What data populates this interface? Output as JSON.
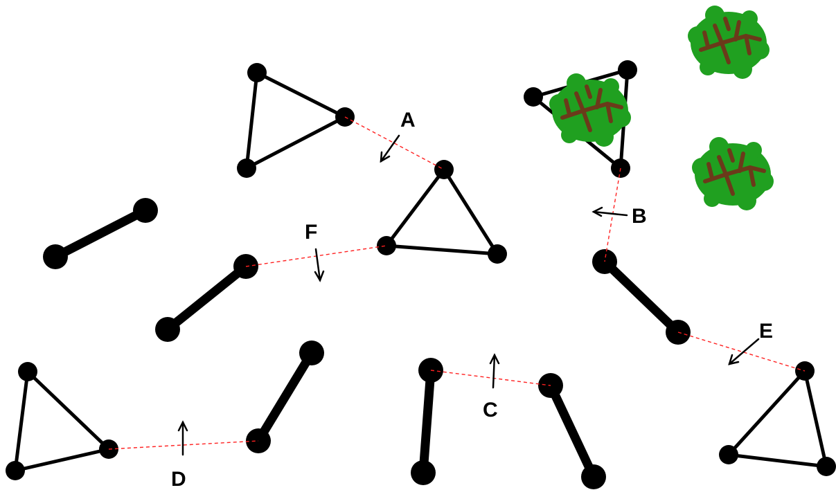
{
  "labels": {
    "a": "A",
    "b": "B",
    "c": "C",
    "d": "D",
    "e": "E",
    "f": "F"
  },
  "colors": {
    "ink": "#000000",
    "dashed_link": "#ff2020",
    "tree_canopy": "#20a020",
    "tree_branches": "#6b3a1a"
  },
  "icons": {
    "tree": "tree-icon"
  }
}
